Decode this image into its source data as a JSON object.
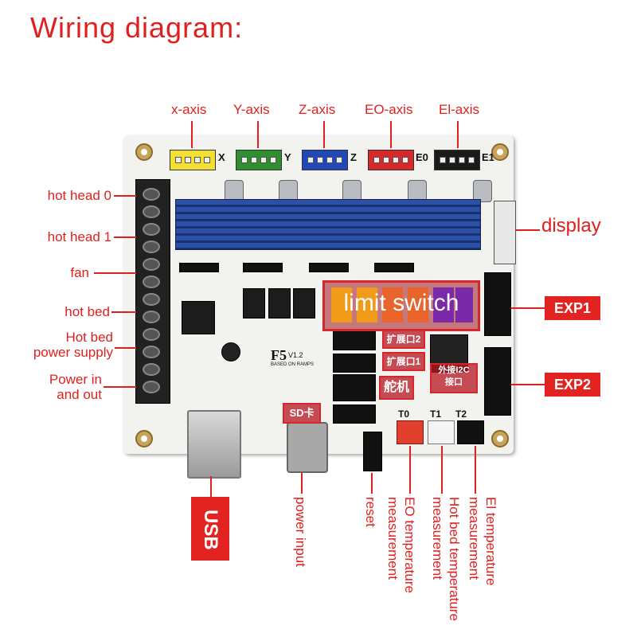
{
  "title": "Wiring diagram:",
  "top_labels": [
    "x-axis",
    "Y-axis",
    "Z-axis",
    "EO-axis",
    "El-axis"
  ],
  "axis_connector_labels": [
    "X",
    "Y",
    "Z",
    "E0",
    "E1"
  ],
  "left_labels": {
    "hot_head_0": "hot head 0",
    "hot_head_1": "hot head 1",
    "fan": "fan",
    "hot_bed": "hot bed",
    "hot_bed_power_supply": [
      "Hot bed",
      "power supply"
    ],
    "power_in_out": [
      "Power in",
      "and out"
    ]
  },
  "right_labels": {
    "display": "display",
    "exp1": "EXP1",
    "exp2": "EXP2"
  },
  "board_overlays": {
    "limit_switch": "limit switch",
    "sd_card": "SD卡",
    "aux2": "扩展口2",
    "aux1": "扩展口1",
    "servo": "舵机",
    "i2c": [
      "外接I2C",
      "接口"
    ]
  },
  "board_marks": {
    "model": "F5",
    "version": "V1.2",
    "based": "BASED ON RAMPS",
    "t0": "T0",
    "t1": "T1",
    "t2": "T2"
  },
  "bottom_labels": {
    "usb": "USB",
    "power_input": "power input",
    "reset": "reset",
    "e0_temp": [
      "EO temperature",
      "measurement"
    ],
    "bed_temp": [
      "Hot bed temperature",
      "measurement"
    ],
    "e1_temp": [
      "El temperature",
      "measurement"
    ]
  },
  "colors": {
    "label_red": "#e0201e",
    "connector_x": "#f4e030",
    "connector_y": "#2f8f2f",
    "connector_z": "#2147b8",
    "connector_e0": "#d8282a",
    "connector_e1": "#1a1a1a"
  }
}
